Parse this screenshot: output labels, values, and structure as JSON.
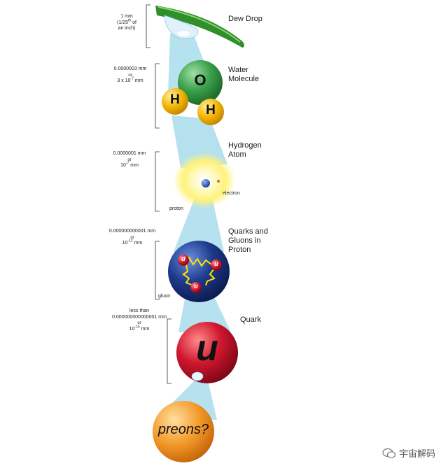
{
  "levels": [
    {
      "name": "Dew Drop",
      "scale_lines": [
        "1 mm",
        "(1/25",
        "th",
        " of",
        "an inch)"
      ]
    },
    {
      "name_lines": [
        "Water",
        "Molecule"
      ],
      "scale_lines": [
        "0.0000003 mm",
        "or",
        "3 x 10",
        "-7",
        "mm"
      ]
    },
    {
      "name_lines": [
        "Hydrogen",
        "Atom"
      ],
      "scale_lines": [
        "0.0000001 mm",
        "or",
        "10",
        "-7",
        "mm"
      ]
    },
    {
      "name_lines": [
        "Quarks and",
        "Gluons in",
        "Proton"
      ],
      "scale_lines": [
        "0.000000000001 mm",
        "or",
        "10",
        "-12",
        "mm"
      ]
    },
    {
      "name": "Quark",
      "scale_lines": [
        "less than",
        "0.000000000000001 mm",
        "or",
        "10",
        "-15",
        "mm"
      ]
    },
    {
      "name": "preons?"
    }
  ],
  "water_letters": {
    "oxygen": "O",
    "hydrogen_left": "H",
    "hydrogen_right": "H"
  },
  "atom_labels": {
    "electron": "electron",
    "proton": "proton"
  },
  "proton_labels": {
    "gluon": "gluon",
    "quark_d": "d",
    "quark_u1": "u",
    "quark_u2": "u"
  },
  "quark_letter": "u",
  "watermark": "宇宙解码",
  "colors": {
    "beam": "#9ed8ea",
    "leaf": "#3c9a2c",
    "oxygen": "#3aa04a",
    "hydrogen": "#f2b400",
    "proton": "#1e3a8a",
    "quark": "#c8102e",
    "preon": "#f08c1c"
  }
}
